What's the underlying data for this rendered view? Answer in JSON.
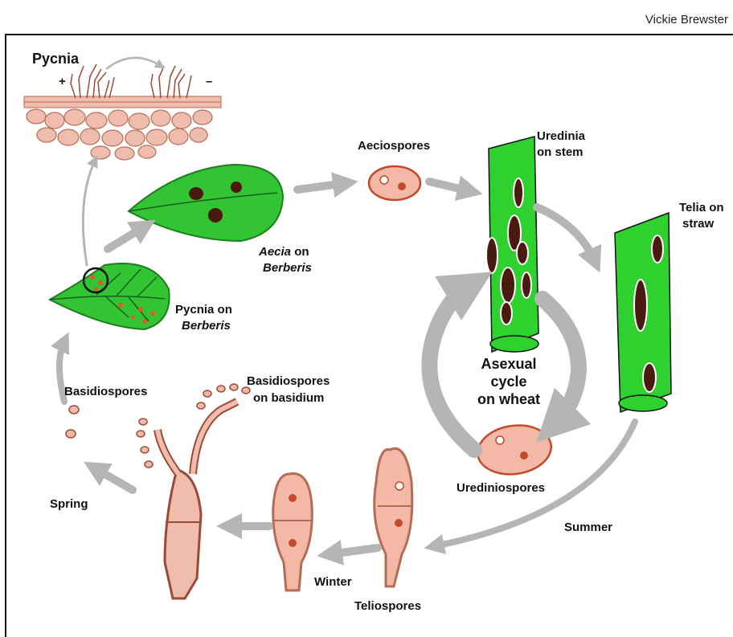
{
  "author": "Vickie Brewster",
  "labels": {
    "pycnia_title": "Pycnia",
    "plus": "+",
    "minus": "–",
    "aeciospores": "Aeciospores",
    "uredinia_l1": "Uredinia",
    "uredinia_l2": "on stem",
    "telia_l1": "Telia on",
    "telia_l2": "straw",
    "aecia_l1": "Aecia",
    "aecia_on": " on",
    "aecia_l2": "Berberis",
    "pycnia_on_l1": "Pycnia on",
    "pycnia_on_l2": "Berberis",
    "basidiospores": "Basidiospores",
    "basidium_l1": "Basidiospores",
    "basidium_l2": "on basidium",
    "asexual_l1": "Asexual",
    "asexual_l2": "cycle",
    "asexual_l3": "on wheat",
    "urediniospores": "Urediniospores",
    "summer": "Summer",
    "spring": "Spring",
    "winter": "Winter",
    "teliospores": "Teliospores"
  },
  "colors": {
    "leaf_green": "#33c433",
    "stem_green": "#2fd12f",
    "spore_fill": "#f4b9a6",
    "spore_stroke": "#c24a2a",
    "tissue_fill": "#efbcae",
    "lesion": "#4a1a10",
    "arrow_gray": "#b5b5b5"
  }
}
